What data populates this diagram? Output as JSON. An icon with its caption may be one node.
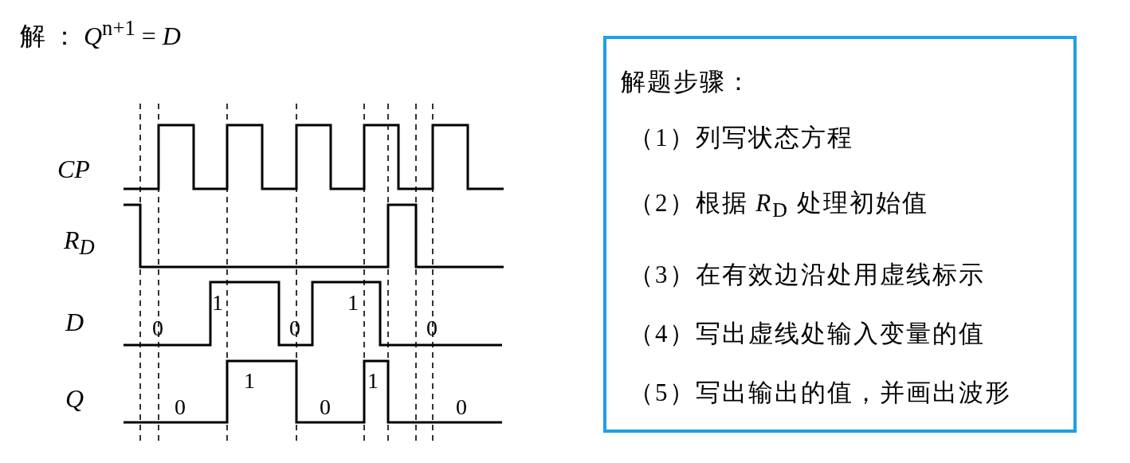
{
  "diagram": {
    "nodes": [
      {
        "text": [
          "解题步骤：",
          "（1）列写状态方程",
          "（2）根据 *R*$_{D}$ 处理初始值",
          "（3）在有效边沿处用虚线标示",
          "（4）写出虚线处输入变量的值",
          "（5）写出输出的值，并画出波形"
        ]
      }
    ],
    "labels": [
      "解 ： *Q*$^{n+1}$ = *D*",
      "CP",
      "R$_{D}$",
      "1",
      "1",
      "D",
      "0",
      "0",
      "0",
      "1",
      "1",
      "Q",
      "0",
      "0",
      "0"
    ]
  }
}
